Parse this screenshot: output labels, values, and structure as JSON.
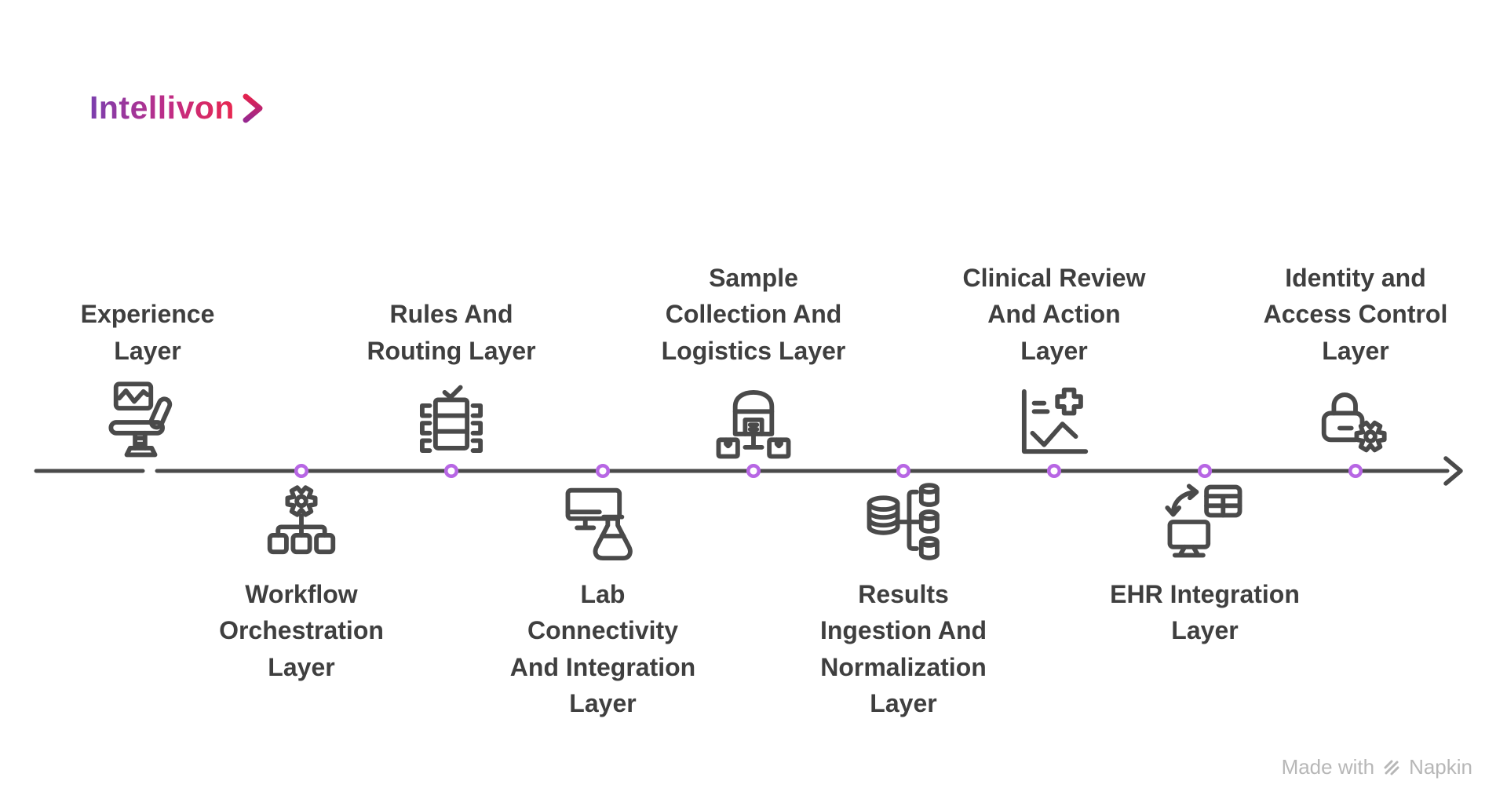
{
  "brand": {
    "name": "Intellivon",
    "chevron_icon": "chevron-right-icon",
    "gradient_start": "#7b3fae",
    "gradient_mid": "#c02d86",
    "gradient_end": "#e8274f"
  },
  "diagram": {
    "line_color": "#4a4a4a",
    "node_color": "#b766e4",
    "text_color": "#3f3f3f",
    "top_items": [
      {
        "label": "Experience\nLayer",
        "icon": "exam-chair-monitor-icon"
      },
      {
        "label": "Rules And\nRouting Layer",
        "icon": "rules-table-check-icon"
      },
      {
        "label": "Sample\nCollection And\nLogistics Layer",
        "icon": "warehouse-distribution-icon"
      },
      {
        "label": "Clinical Review\nAnd Action\nLayer",
        "icon": "chart-medical-cross-icon"
      },
      {
        "label": "Identity and\nAccess Control\nLayer",
        "icon": "lock-gear-icon"
      }
    ],
    "bottom_items": [
      {
        "label": "Workflow\nOrchestration\nLayer",
        "icon": "gear-hierarchy-icon"
      },
      {
        "label": "Lab\nConnectivity\nAnd Integration\nLayer",
        "icon": "monitor-flask-icon"
      },
      {
        "label": "Results\nIngestion And\nNormalization\nLayer",
        "icon": "database-normalization-icon"
      },
      {
        "label": "EHR Integration\nLayer",
        "icon": "monitor-table-sync-icon"
      }
    ]
  },
  "footer": {
    "made_with": "Made with",
    "brand": "Napkin",
    "logo_icon": "napkin-logo-icon",
    "color": "#b7b7b7"
  }
}
